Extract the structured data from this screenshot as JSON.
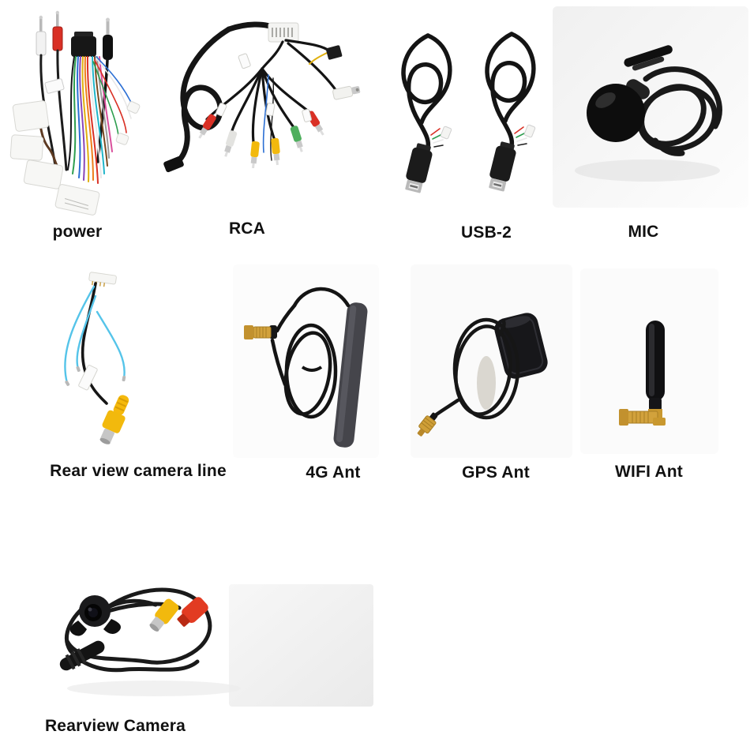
{
  "products": [
    {
      "id": "power",
      "label": "power"
    },
    {
      "id": "rca",
      "label": "RCA"
    },
    {
      "id": "usb-2",
      "label": "USB-2"
    },
    {
      "id": "mic",
      "label": "MIC"
    },
    {
      "id": "rear-view-camera-line",
      "label": "Rear view camera line"
    },
    {
      "id": "4g-ant",
      "label": "4G Ant"
    },
    {
      "id": "gps-ant",
      "label": "GPS Ant"
    },
    {
      "id": "wifi-ant",
      "label": "WIFI Ant"
    },
    {
      "id": "rearview-camera",
      "label": "Rearview Camera"
    }
  ],
  "colors": {
    "page_background": "#ffffff",
    "label_text": "#111111",
    "cable_black": "#161616",
    "connector_white": "#f5f5f2",
    "rca_red": "#d93025",
    "rca_yellow": "#f2b90d",
    "rca_green": "#4faf5e",
    "camera_line_blue": "#55c4e9",
    "sma_gold": "#d2a23c",
    "photo_background_gray": "#f2f2f2"
  }
}
